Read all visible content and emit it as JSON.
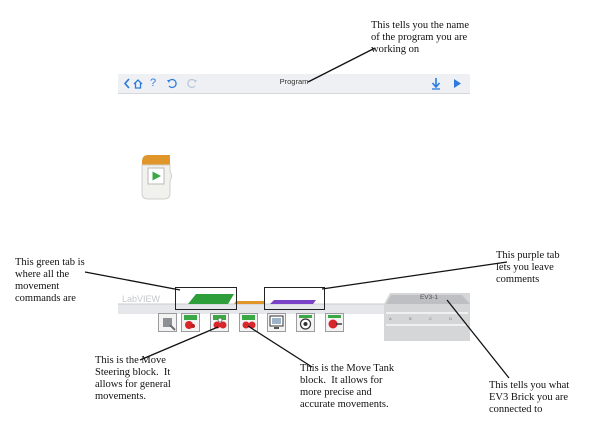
{
  "toolbar": {
    "title": "Program",
    "help_glyph": "?",
    "icons": [
      "back-icon",
      "home-icon",
      "help-icon",
      "undo-icon",
      "redo-icon",
      "download-icon",
      "run-icon"
    ]
  },
  "palette": {
    "watermark": "LabVIEW",
    "brick_name": "EV3-1",
    "port_letters": [
      "A",
      "B",
      "C",
      "D"
    ],
    "tab_colors": {
      "action": "#2e9e3a",
      "flow": "#e0962a",
      "comment": "#7a43c7"
    },
    "blocks": [
      "medium-motor-block",
      "large-motor-block",
      "move-steering-block",
      "move-tank-block",
      "display-block",
      "sound-block",
      "brick-status-light-block"
    ]
  },
  "annotations": {
    "program_name": "This tells you the name\nof the program you are\nworking on",
    "green_tab": "This green tab is\nwhere all the\nmovement\ncommands are",
    "purple_tab": "This purple tab\nlets you leave\ncomments",
    "move_steering": "This is the Move\nSteering block.  It\nallows for general\nmovements.",
    "move_tank": "This is the Move Tank\nblock.  It allows for\nmore precise and\naccurate movements.",
    "brick": "This tells you what\nEV3 Brick you are\nconnected to"
  }
}
